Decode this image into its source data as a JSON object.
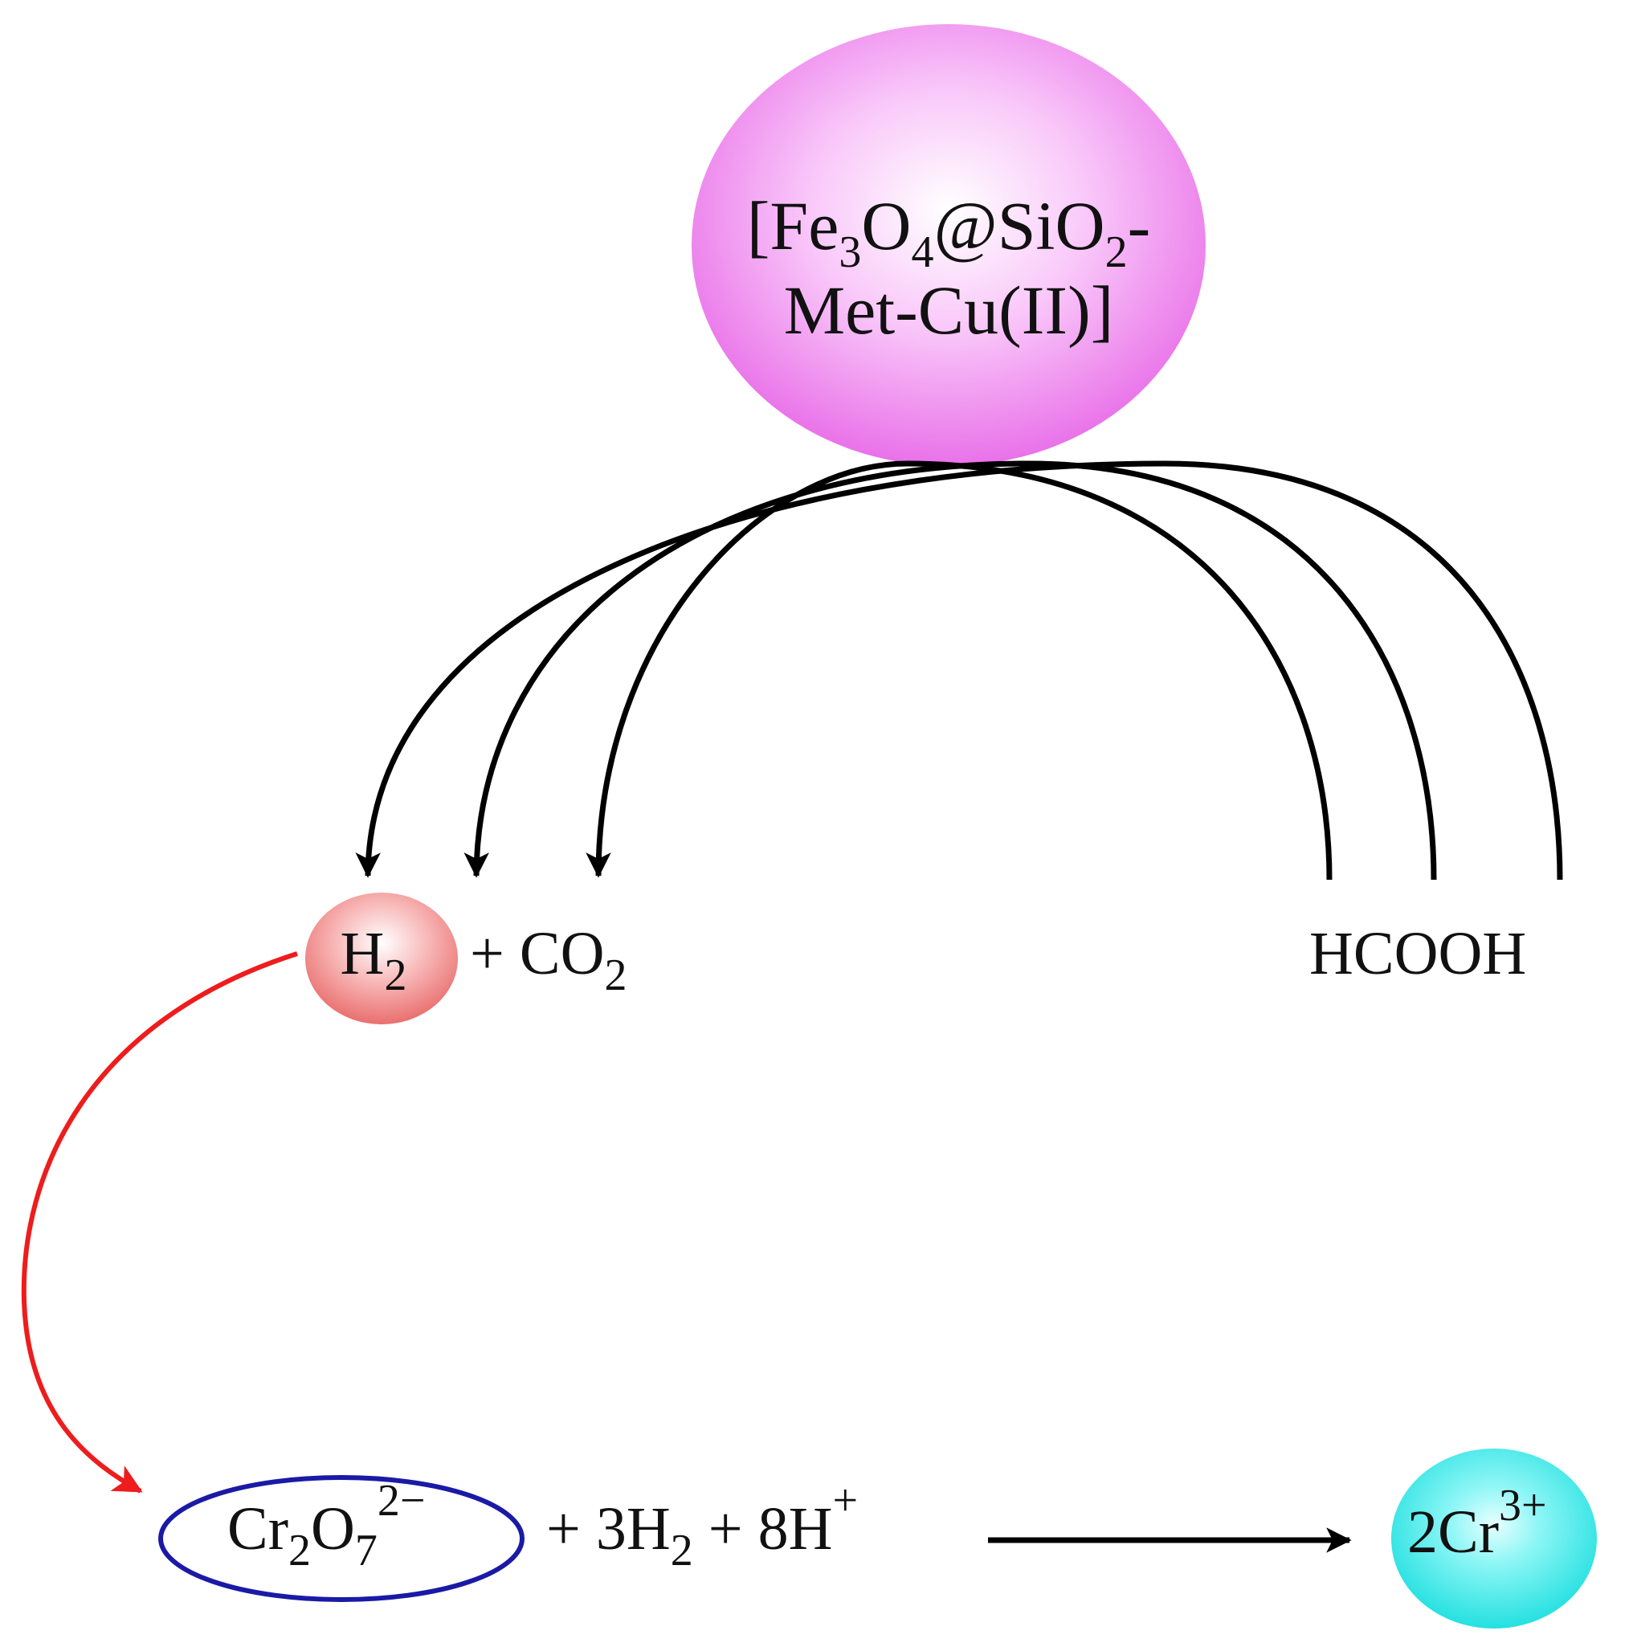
{
  "catalyst": {
    "line1_parts": [
      "[Fe",
      "3",
      "O",
      "4",
      "@SiO",
      "2",
      "-"
    ],
    "line2": "Met-Cu(II)]",
    "color": "#f07ff0"
  },
  "products": {
    "h2_base": "H",
    "h2_sub": "2",
    "h2_color": "#ee7f7f",
    "plus": "+",
    "co2_base": "CO",
    "co2_sub": "2"
  },
  "reactant": {
    "label": "HCOOH"
  },
  "reaction": {
    "dichromate_parts": [
      "Cr",
      "2",
      "O",
      "7",
      "2−"
    ],
    "dichromate_ring_color": "#1a1aa6",
    "plus1": "+ 3H",
    "h2_sub": "2",
    "plus2": " + 8H",
    "h_charge": "+",
    "product_base": "2Cr",
    "product_charge": "3+",
    "product_color": "#2fe8e8"
  },
  "colors": {
    "arrow_black": "#000000",
    "arrow_red": "#ee1c1c"
  }
}
